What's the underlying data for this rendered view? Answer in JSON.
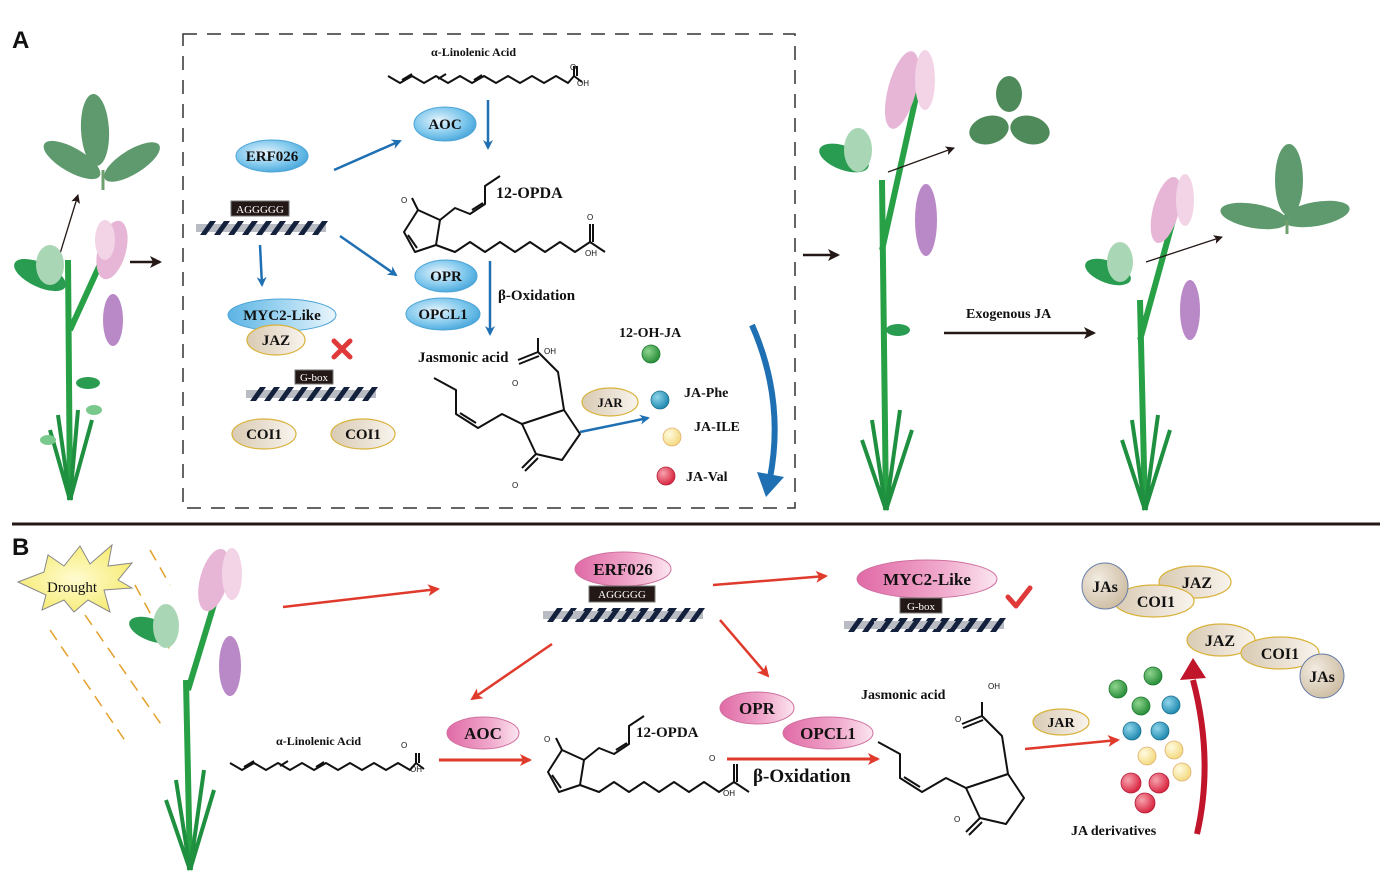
{
  "panels": {
    "a": "A",
    "b": "B"
  },
  "colors": {
    "blue_arrow": "#1f6fb3",
    "red_arrow": "#e03a2c",
    "dark_red_arrow": "#c0152a",
    "blue_ellipse": "#6bbde6",
    "pink_ellipse": "#e57fb0",
    "tan_ellipse": "#e0d4c0",
    "tan_border": "#d9b23a",
    "green_dot": "#3aa045",
    "cyan_dot": "#2a9ec0",
    "yellow_dot": "#f6e39a",
    "red_dot": "#e0394f"
  },
  "panel_a": {
    "alpha_linolenic": "α-Linolenic Acid",
    "opda": "12-OPDA",
    "beta_oxidation": "β-Oxidation",
    "jasmonic_acid": "Jasmonic acid",
    "enzymes": {
      "erf026": "ERF026",
      "aoc": "AOC",
      "opr": "OPR",
      "opcl1": "OPCL1",
      "myc2": "MYC2-Like",
      "jaz": "JAZ",
      "coi1_a": "COI1",
      "coi1_b": "COI1",
      "jar": "JAR"
    },
    "motifs": {
      "agggg": "AGGGGG",
      "gbox": "G-box"
    },
    "derivatives": [
      "12-OH-JA",
      "JA-Phe",
      "JA-ILE",
      "JA-Val"
    ],
    "exogenous": "Exogenous JA",
    "chem_o": "O",
    "chem_oh": "OH"
  },
  "panel_b": {
    "drought": "Drought",
    "alpha_linolenic": "α-Linolenic Acid",
    "opda": "12-OPDA",
    "beta_oxidation": "β-Oxidation",
    "jasmonic_acid": "Jasmonic acid",
    "ja_derivatives": "JA derivatives",
    "enzymes": {
      "erf026": "ERF026",
      "aoc": "AOC",
      "opr": "OPR",
      "opcl1": "OPCL1",
      "myc2": "MYC2-Like",
      "jar": "JAR"
    },
    "motifs": {
      "agggg": "AGGGGG",
      "gbox": "G-box"
    },
    "complex1": {
      "jas": "JAs",
      "coi1": "COI1",
      "jaz": "JAZ"
    },
    "complex2": {
      "jaz": "JAZ",
      "coi1": "COI1",
      "jas": "JAs"
    },
    "chem_o": "O",
    "chem_oh": "OH"
  }
}
